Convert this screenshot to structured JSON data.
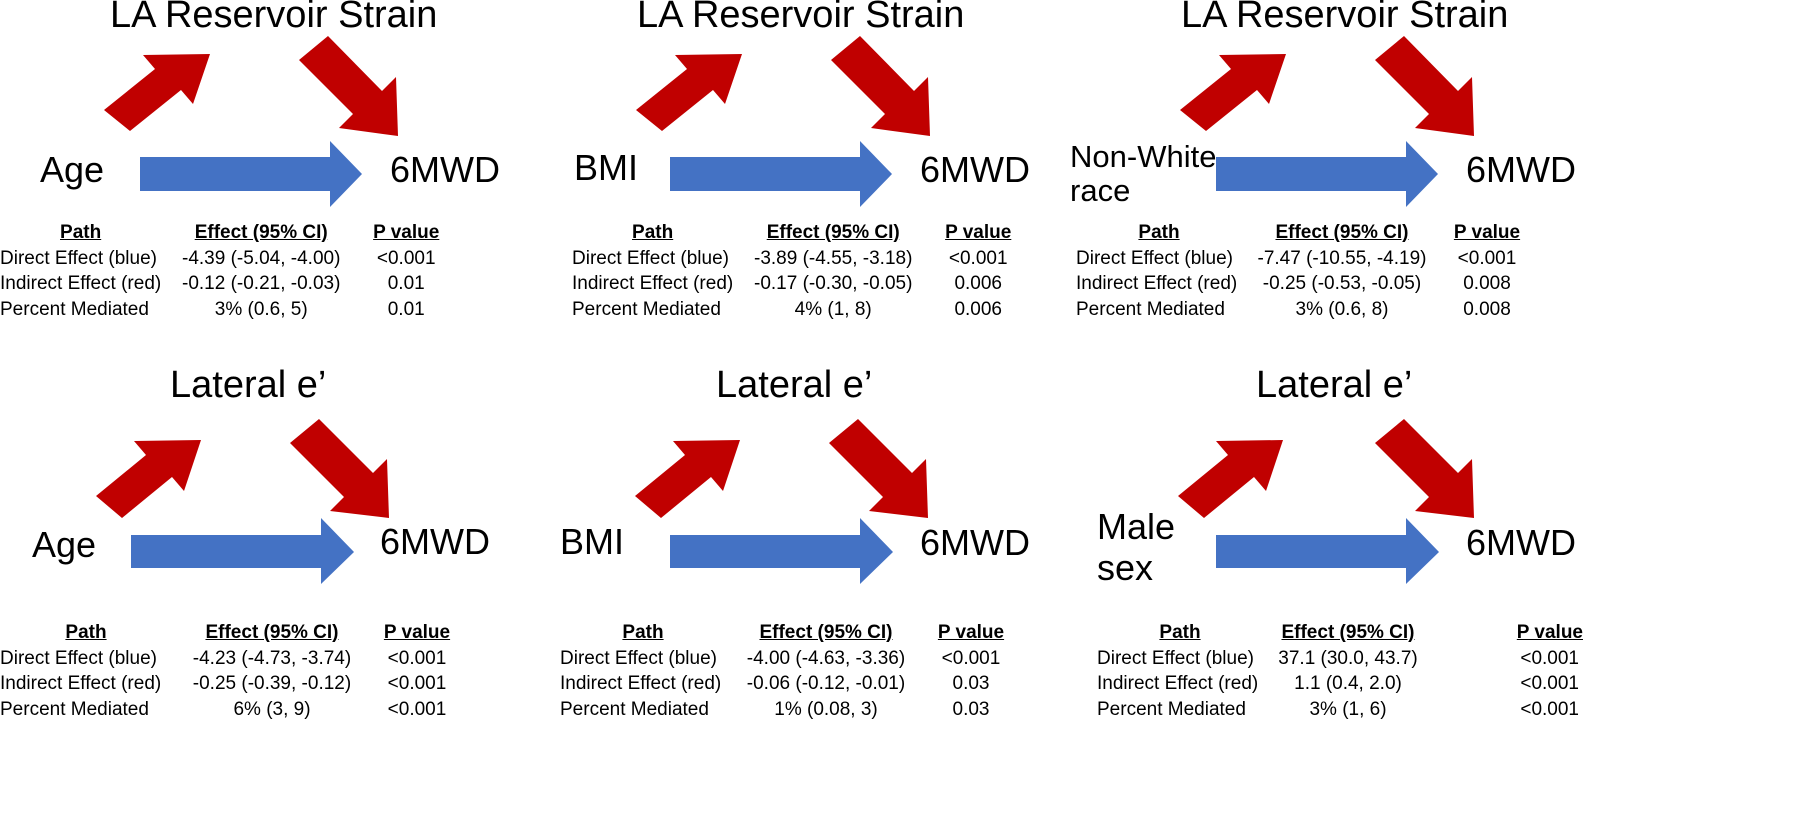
{
  "colors": {
    "direct_arrow": "#4472C4",
    "indirect_arrow": "#C00000"
  },
  "table_headers": {
    "path": "Path",
    "effect": "Effect (95% CI)",
    "p": "P value"
  },
  "panels": [
    {
      "mediator": "LA Reservoir Strain",
      "exposure_lines": [
        "Age"
      ],
      "outcome": "6MWD",
      "rows": [
        {
          "path": "Direct Effect (blue)",
          "effect": "-4.39 (-5.04, -4.00)",
          "p": "<0.001"
        },
        {
          "path": "Indirect Effect (red)",
          "effect": "-0.12 (-0.21, -0.03)",
          "p": "0.01"
        },
        {
          "path": "Percent Mediated",
          "effect": "3% (0.6, 5)",
          "p": "0.01"
        }
      ]
    },
    {
      "mediator": "LA Reservoir Strain",
      "exposure_lines": [
        "BMI"
      ],
      "outcome": "6MWD",
      "rows": [
        {
          "path": "Direct Effect (blue)",
          "effect": "-3.89 (-4.55, -3.18)",
          "p": "<0.001"
        },
        {
          "path": "Indirect Effect (red)",
          "effect": "-0.17 (-0.30, -0.05)",
          "p": "0.006"
        },
        {
          "path": "Percent Mediated",
          "effect": "4% (1, 8)",
          "p": "0.006"
        }
      ]
    },
    {
      "mediator": "LA Reservoir Strain",
      "exposure_lines": [
        "Non-White",
        "race"
      ],
      "outcome": "6MWD",
      "rows": [
        {
          "path": "Direct Effect (blue)",
          "effect": "-7.47 (-10.55, -4.19)",
          "p": "<0.001"
        },
        {
          "path": "Indirect Effect (red)",
          "effect": "-0.25 (-0.53, -0.05)",
          "p": "0.008"
        },
        {
          "path": "Percent Mediated",
          "effect": "3% (0.6, 8)",
          "p": "0.008"
        }
      ]
    },
    {
      "mediator": "Lateral e’",
      "exposure_lines": [
        "Age"
      ],
      "outcome": "6MWD",
      "rows": [
        {
          "path": "Direct Effect (blue)",
          "effect": "-4.23 (-4.73, -3.74)",
          "p": "<0.001"
        },
        {
          "path": "Indirect Effect (red)",
          "effect": "-0.25 (-0.39, -0.12)",
          "p": "<0.001"
        },
        {
          "path": "Percent Mediated",
          "effect": "6% (3, 9)",
          "p": "<0.001"
        }
      ]
    },
    {
      "mediator": "Lateral e’",
      "exposure_lines": [
        "BMI"
      ],
      "outcome": "6MWD",
      "rows": [
        {
          "path": "Direct Effect (blue)",
          "effect": "-4.00 (-4.63, -3.36)",
          "p": "<0.001"
        },
        {
          "path": "Indirect Effect (red)",
          "effect": "-0.06 (-0.12, -0.01)",
          "p": "0.03"
        },
        {
          "path": "Percent Mediated",
          "effect": "1% (0.08, 3)",
          "p": "0.03"
        }
      ]
    },
    {
      "mediator": "Lateral e’",
      "exposure_lines": [
        "Male",
        "sex"
      ],
      "outcome": "6MWD",
      "rows": [
        {
          "path": "Direct Effect (blue)",
          "effect": "37.1 (30.0, 43.7)",
          "p": "<0.001"
        },
        {
          "path": "Indirect Effect (red)",
          "effect": "1.1 (0.4, 2.0)",
          "p": "<0.001"
        },
        {
          "path": "Percent Mediated",
          "effect": "3% (1, 6)",
          "p": "<0.001"
        }
      ]
    }
  ]
}
